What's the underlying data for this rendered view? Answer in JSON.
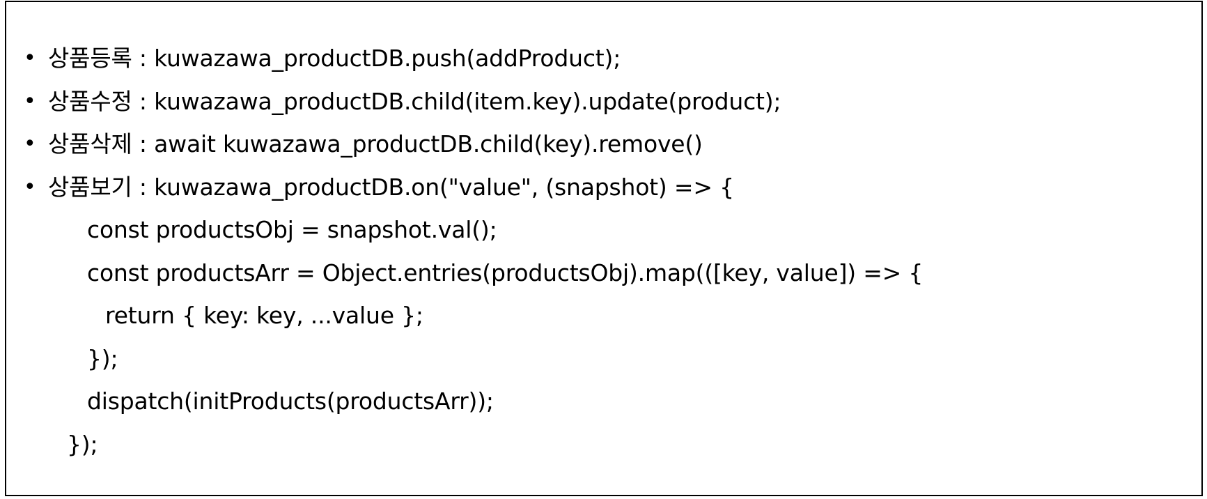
{
  "bullet_symbol": "•",
  "items": [
    {
      "label": "상품등록 : kuwazawa_productDB.push(addProduct);"
    },
    {
      "label": "상품수정 : kuwazawa_productDB.child(item.key).update(product);"
    },
    {
      "label": "상품삭제 : await kuwazawa_productDB.child(key).remove()"
    },
    {
      "label": "상품보기 : kuwazawa_productDB.on(\"value\", (snapshot) => {"
    }
  ],
  "code_lines": [
    "const productsObj = snapshot.val();",
    "const productsArr = Object.entries(productsObj).map(([key, value]) => {",
    "return { key: key, ...value };",
    "});",
    "dispatch(initProducts(productsArr));",
    "});"
  ]
}
